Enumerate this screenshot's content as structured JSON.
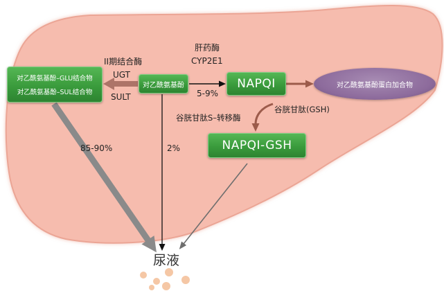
{
  "diagram": {
    "nodes": {
      "conjugates": {
        "glu": "对乙酰氨基酚–GLU结合物",
        "sul": "对乙酰氨基酚–SUL结合物"
      },
      "acetaminophen": "对乙酰氨基酚",
      "napqi": "NAPQI",
      "napqi_gsh": "NAPQI-GSH",
      "protein_adduct": "对乙酰氨基酚蛋白加合物",
      "urine": "尿液"
    },
    "edges": {
      "conjugation": {
        "enzyme_group": "II期结合酶",
        "enzyme_1": "UGT",
        "enzyme_2": "SULT"
      },
      "oxidation": {
        "enzyme_group": "肝药酶",
        "enzyme": "CYP2E1",
        "fraction": "5-9%"
      },
      "detoxification": {
        "cofactor": "谷胱甘肽(GSH)",
        "enzyme": "谷胱甘肽S–转移酶"
      },
      "conjugate_excretion": {
        "fraction": "85-90%"
      },
      "unchanged_excretion": {
        "fraction": "2%"
      }
    }
  },
  "colors": {
    "liver": "#f6bcae",
    "node_green": "#3a9b3c",
    "adduct_purple": "#8d6b9c",
    "conjugation_arrow": "#ad7468",
    "excretion_arrow": "#8a8a8a"
  }
}
